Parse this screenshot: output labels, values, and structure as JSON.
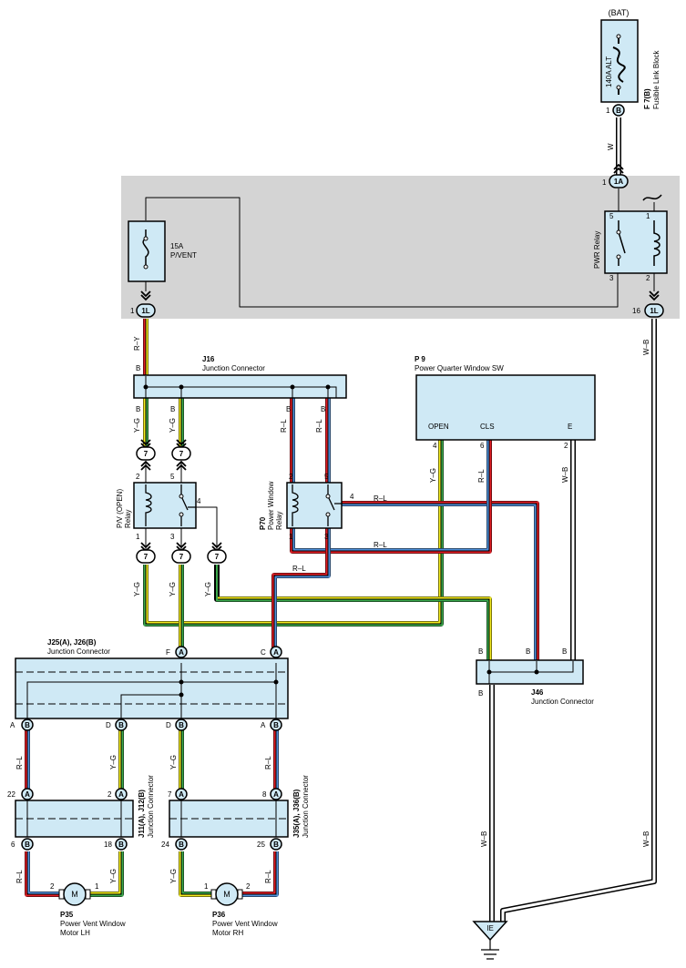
{
  "colors": {
    "panel": "#d4d4d4",
    "component_fill": "#cfe9f5",
    "red": "#e21d24",
    "yellow": "#f2ea1d",
    "green": "#3aa84a",
    "blue": "#4f8fd9",
    "white_wire": "#ffffff",
    "black": "#000000"
  },
  "battery": {
    "label": "(BAT)",
    "fuse": "140A ALT",
    "connector_id": "F 7(B)",
    "connector_name": "Fusible Link Block",
    "pin": "1",
    "pin_letter": "B"
  },
  "wire_labels": {
    "w_top": "W",
    "ry": "R–Y",
    "wb": "W–B",
    "yg": "Y–G",
    "rl": "R–L"
  },
  "panel": {
    "fuse": "15A",
    "fuse_name": "P/VENT",
    "relay_name": "PWR Relay",
    "conn_1a": "1A",
    "conn_1l": "1L",
    "pin1": "1",
    "pin16": "16",
    "relay_pins": [
      "5",
      "1",
      "3",
      "2"
    ]
  },
  "j16": {
    "id": "J16",
    "name": "Junction Connector",
    "pin": "B"
  },
  "p9": {
    "id": "P 9",
    "name": "Power Quarter Window SW",
    "terminals": [
      "OPEN",
      "CLS",
      "E"
    ],
    "pins": [
      "4",
      "6",
      "2"
    ]
  },
  "pv_relay": {
    "name": "P/V (OPEN)\nRelay",
    "line1": "P/V (OPEN)",
    "line2": "Relay",
    "pins": [
      "2",
      "5",
      "1",
      "3",
      "4"
    ]
  },
  "p70": {
    "id": "P70",
    "line1": "Power Window",
    "line2": "Relay",
    "pins": [
      "2",
      "5",
      "1",
      "3",
      "4"
    ]
  },
  "connector_7": "7",
  "j25": {
    "id": "J25(A), J26(B)",
    "name": "Junction Connector",
    "pin_letters": [
      "F",
      "C",
      "A",
      "D",
      "D",
      "A"
    ],
    "conn_letters": [
      "A",
      "A",
      "B",
      "B",
      "B",
      "B"
    ]
  },
  "j46": {
    "id": "J46",
    "name": "Junction Connector",
    "pin": "B"
  },
  "j11": {
    "id": "J11(A), J12(B)",
    "name": "Junction Connector",
    "top_pins": [
      "22",
      "2"
    ],
    "bottom_pins": [
      "6",
      "18"
    ]
  },
  "j35": {
    "id": "J35(A), J36(B)",
    "name": "Junction Connector",
    "top_pins": [
      "7",
      "8"
    ],
    "bottom_pins": [
      "24",
      "25"
    ]
  },
  "p35": {
    "id": "P35",
    "line1": "Power Vent Window",
    "line2": "Motor LH",
    "pins": [
      "2",
      "1"
    ],
    "symbol": "M"
  },
  "p36": {
    "id": "P36",
    "line1": "Power Vent Window",
    "line2": "Motor RH",
    "pins": [
      "1",
      "2"
    ],
    "symbol": "M"
  },
  "ground": {
    "id": "IE"
  }
}
